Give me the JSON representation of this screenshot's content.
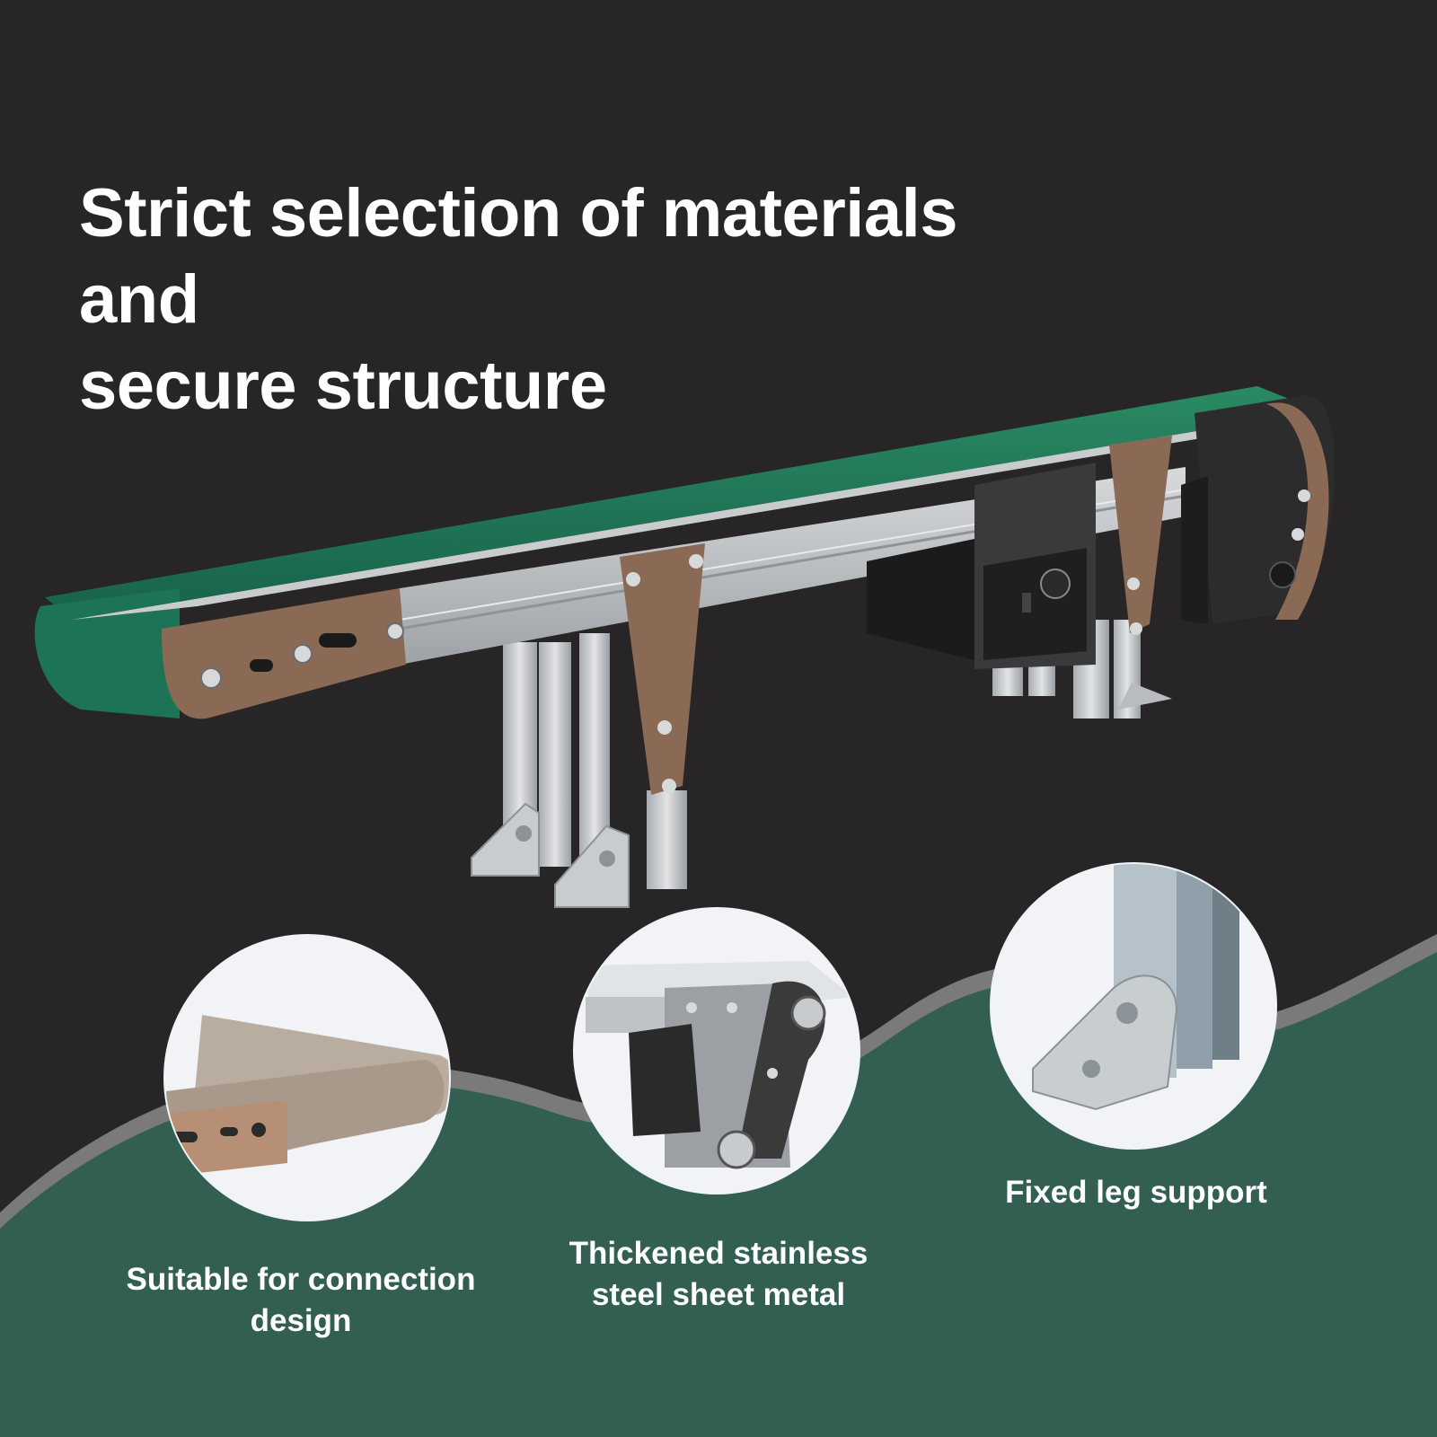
{
  "headline": {
    "line1": "Strict selection of materials",
    "line2": "and",
    "line3": "secure structure"
  },
  "features": [
    {
      "line1": "Suitable for connection",
      "line2": "design",
      "icon": "conveyor-end-icon"
    },
    {
      "line1": "Thickened stainless",
      "line2": "steel sheet metal",
      "icon": "motor-mount-icon"
    },
    {
      "line1": "Fixed leg support",
      "icon": "leg-bracket-icon"
    }
  ],
  "colors": {
    "background": "#272526",
    "wave_green": "#325f52",
    "wave_grey": "#7a7a7a",
    "belt_green": "#1f7a58",
    "side_plate": "#8a6a55",
    "aluminum": "#c4c7ca"
  }
}
